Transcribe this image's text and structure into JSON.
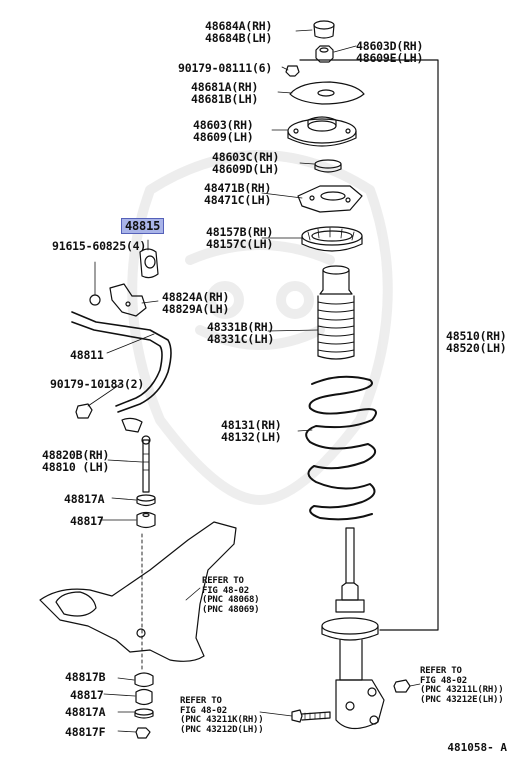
{
  "highlight": {
    "part": "48815",
    "color": "#a9b4e8"
  },
  "diagram_id": "481058- A",
  "labels": {
    "l_48684": "48684A(RH)\n48684B(LH)",
    "l_48603d": "48603D(RH)\n48609E(LH)",
    "l_90179_08111": "90179-08111(6)",
    "l_48681": "48681A(RH)\n48681B(LH)",
    "l_48603": "48603(RH)\n48609(LH)",
    "l_48603c": "48603C(RH)\n48609D(LH)",
    "l_48471": "48471B(RH)\n48471C(LH)",
    "l_48815": "48815",
    "l_91615": "91615-60825(4)",
    "l_48157": "48157B(RH)\n48157C(LH)",
    "l_48824": "48824A(RH)\n48829A(LH)",
    "l_48331": "48331B(RH)\n48331C(LH)",
    "l_48510": "48510(RH)\n48520(LH)",
    "l_48811": "48811",
    "l_90179_10183": "90179-10183(2)",
    "l_48131": "48131(RH)\n48132(LH)",
    "l_48820": "48820B(RH)\n48810  (LH)",
    "l_48817a_1": "48817A",
    "l_48817_1": "48817",
    "l_ref_48_02_a": "REFER TO\nFIG 48-02\n(PNC 48068)\n(PNC 48069)",
    "l_48817b": "48817B",
    "l_48817_2": "48817",
    "l_48817a_2": "48817A",
    "l_48817f": "48817F",
    "l_ref_48_02_b": "REFER TO\nFIG 48-02\n(PNC 43211K(RH))\n(PNC 43212D(LH))",
    "l_ref_48_02_c": "REFER TO\nFIG 48-02\n(PNC 43211L(RH))\n(PNC 43212E(LH))"
  }
}
